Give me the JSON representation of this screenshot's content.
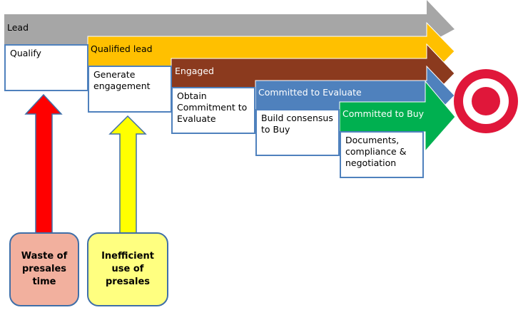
{
  "stages": [
    {
      "name": "Lead",
      "activity": "Qualify",
      "color": "#a6a6a6",
      "text_color": "#000000"
    },
    {
      "name": "Qualified lead",
      "activity": "Generate engagement",
      "color": "#ffc000",
      "text_color": "#000000"
    },
    {
      "name": "Engaged",
      "activity": "Obtain Commitment to Evaluate",
      "color": "#8b3a1e",
      "text_color": "#ffffff"
    },
    {
      "name": "Committed to Evaluate",
      "activity": "Build consensus to Buy",
      "color": "#4f81bd",
      "text_color": "#ffffff"
    },
    {
      "name": "Committed to Buy",
      "activity": "Documents, compliance & negotiation",
      "color": "#00b050",
      "text_color": "#ffffff"
    }
  ],
  "activity_lines": [
    [
      "Qualify"
    ],
    [
      "Generate",
      "engagement"
    ],
    [
      "Obtain",
      "Commitment to",
      "Evaluate"
    ],
    [
      "Build consensus",
      "to Buy"
    ],
    [
      "Documents,",
      "compliance &",
      "negotiation"
    ]
  ],
  "causes": [
    {
      "label_lines": [
        "Waste of",
        "presales",
        "time"
      ],
      "fill": "#f2b09e",
      "arrow_color": "#ff0000",
      "points_to": "Qualify"
    },
    {
      "label_lines": [
        "Inefficient",
        "use of",
        "presales"
      ],
      "fill": "#ffff80",
      "arrow_color": "#ffff00",
      "points_to": "Generate engagement"
    }
  ],
  "target": {
    "icon": "target-icon",
    "color": "#e0173a"
  }
}
